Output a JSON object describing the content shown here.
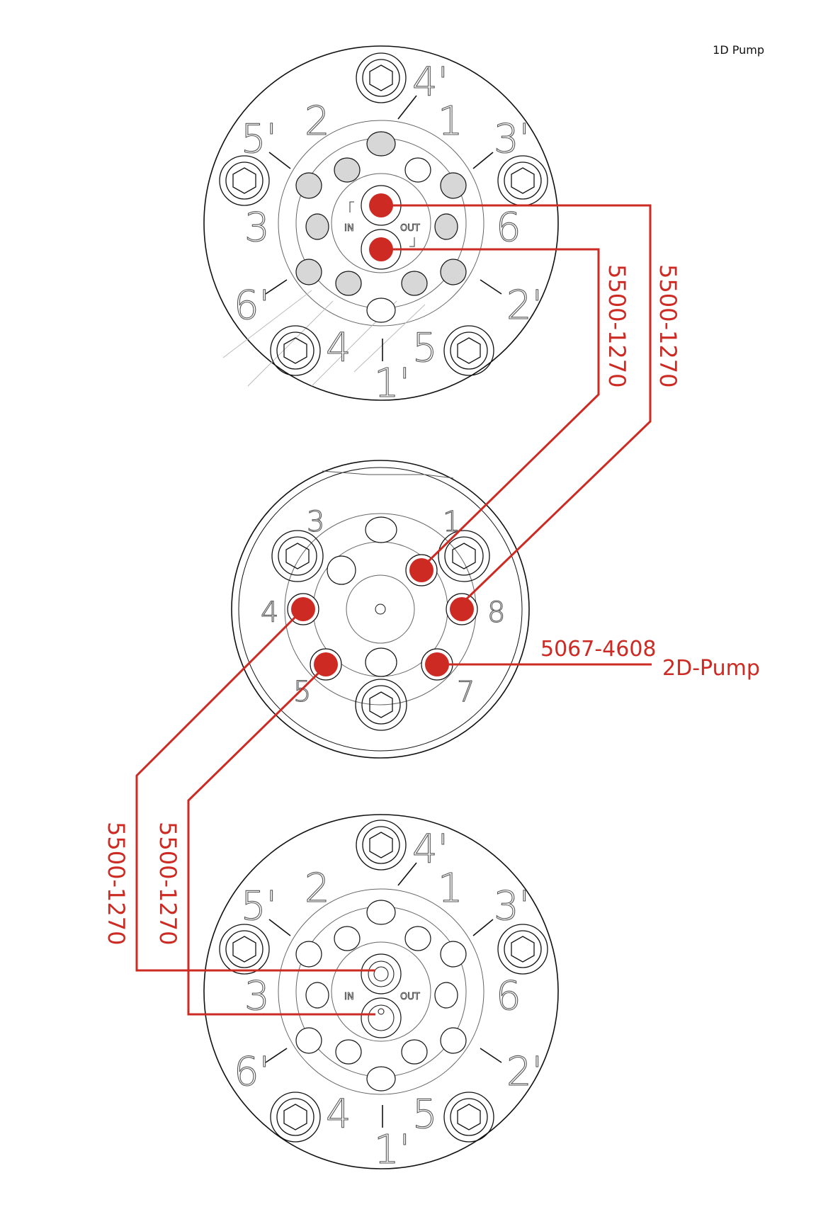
{
  "title": "1D Pump",
  "colors": {
    "accent": "#cc2a22",
    "line": "#111111",
    "grey_port": "#d7d7d7"
  },
  "top_valve": {
    "labels": [
      "1",
      "2",
      "3",
      "4",
      "5",
      "6",
      "1'",
      "2'",
      "3'",
      "4'",
      "5'",
      "6'"
    ],
    "port_labels": {
      "in": "IN",
      "out": "OUT"
    }
  },
  "middle_valve": {
    "labels": [
      "1",
      "3",
      "4",
      "5",
      "7",
      "8"
    ]
  },
  "bottom_valve": {
    "labels": [
      "1",
      "2",
      "3",
      "4",
      "5",
      "6",
      "1'",
      "2'",
      "3'",
      "4'",
      "5'",
      "6'"
    ],
    "port_labels": {
      "in": "IN",
      "out": "OUT"
    }
  },
  "connections": {
    "top_left": "5500-1270",
    "top_right": "5500-1270",
    "bottom_left": "5500-1270",
    "bottom_right": "5500-1270",
    "pump_part": "5067-4608",
    "pump_name": "2D-Pump"
  }
}
